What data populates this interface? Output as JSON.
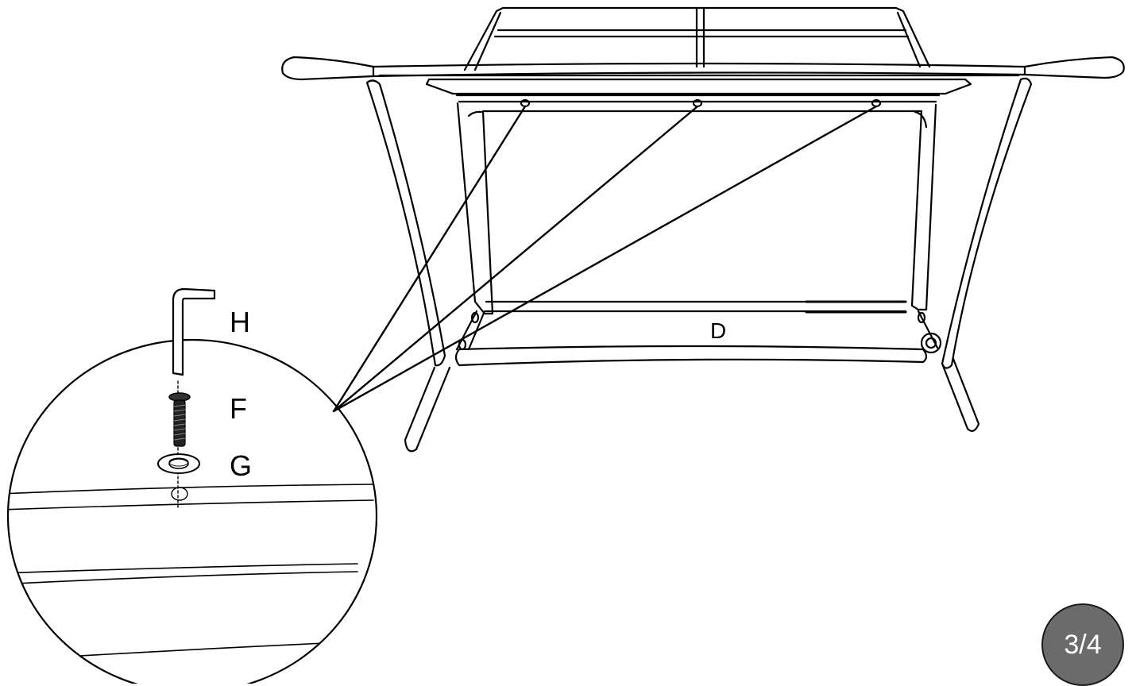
{
  "labels": {
    "hex_key": "H",
    "bolt": "F",
    "washer": "G",
    "crossbar": "D"
  },
  "page_indicator": "3/4",
  "colors": {
    "line": "#000000",
    "badge": "#6b6b6b",
    "badge_text": "#ffffff"
  },
  "icons": [
    "allen-key-icon",
    "bolt-icon",
    "washer-icon"
  ]
}
